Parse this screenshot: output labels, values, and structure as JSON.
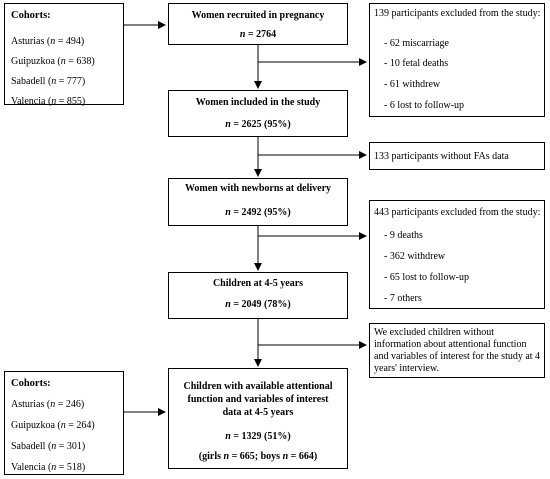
{
  "cohorts_top": {
    "title": "Cohorts:",
    "items": [
      {
        "name": "Asturias",
        "n": "494"
      },
      {
        "name": "Guipuzkoa",
        "n": "638"
      },
      {
        "name": "Sabadell",
        "n": "777"
      },
      {
        "name": "Valencia",
        "n": "855"
      }
    ]
  },
  "cohorts_bottom": {
    "title": "Cohorts:",
    "items": [
      {
        "name": "Asturias",
        "n": "246"
      },
      {
        "name": "Guipuzkoa",
        "n": "264"
      },
      {
        "name": "Sabadell",
        "n": "301"
      },
      {
        "name": "Valencia",
        "n": "518"
      }
    ]
  },
  "flow": {
    "recruited": {
      "title": "Women recruited in pregnancy",
      "n_value": "2764"
    },
    "included": {
      "title": "Women included in the study",
      "n_value": "2625 (95%)"
    },
    "newborns": {
      "title": "Women with newborns at delivery",
      "n_value": "2492 (95%)"
    },
    "children": {
      "title": "Children at 4-5 years",
      "n_value": "2049 (78%)"
    },
    "final": {
      "title_lines": [
        "Children with available attentional",
        "function and variables of interest",
        "data at 4-5 years"
      ],
      "n_value": "1329 (51%)",
      "sex_prefix": "(girls ",
      "girls": "665",
      "sex_mid": "; boys ",
      "boys": "664",
      "sex_suffix": ")"
    }
  },
  "exclusions": {
    "first": {
      "title": "139 participants excluded from the study:",
      "items": [
        "- 62 miscarriage",
        "- 10 fetal deaths",
        "- 61 withdrew",
        "- 6 lost to follow-up"
      ]
    },
    "second": {
      "text": "133 participants without FAs data"
    },
    "third": {
      "title": "443 participants excluded from the study:",
      "items": [
        "- 9 deaths",
        "- 362 withdrew",
        "- 65 lost to follow-up",
        "- 7 others"
      ]
    },
    "fourth": {
      "lines": [
        "We excluded children without",
        "information about attentional function",
        "and variables of interest for the study at 4",
        "years' interview."
      ]
    }
  }
}
